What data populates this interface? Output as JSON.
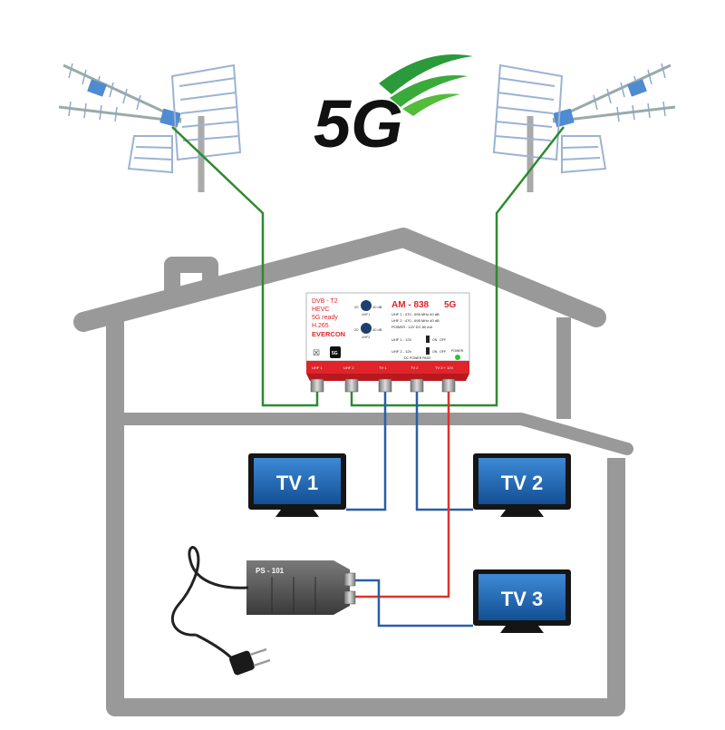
{
  "logo": {
    "text": "5G"
  },
  "amplifier": {
    "left_lines": [
      "DVB - T2",
      "HEVC",
      "5G ready",
      "H.265"
    ],
    "brand": "EVERCON",
    "model": "AM - 838",
    "model_suffix": "5G",
    "specs": [
      "UHF 1 : 470 - 695 MHz  40 dB",
      "UHF 2 : 470 - 695 MHz  40 dB",
      "POWER : 12V DC 80 mA"
    ],
    "knob1_min": "20",
    "knob1_max": "40 dB",
    "knob1_label": "UHF1",
    "knob2_min": "20",
    "knob2_max": "40 dB",
    "knob2_label": "UHF2",
    "switch1_label": "UHF 1 - 12V",
    "switch2_label": "UHF 2 - 12V",
    "switch_on": "ON",
    "switch_off": "OFF",
    "power_label": "POWER",
    "dc_pass_label": "DC POWER PASS",
    "badge": "5G",
    "ports": [
      "UHF 1",
      "UHF 2",
      "TV 1",
      "TV 2",
      "TV 3 + 12V"
    ]
  },
  "tvs": [
    {
      "label": "TV 1"
    },
    {
      "label": "TV 2"
    },
    {
      "label": "TV 3"
    }
  ],
  "power_supply": {
    "label": "PS - 101"
  },
  "colors": {
    "house": "#999999",
    "cable_green": "#2e8a2e",
    "cable_blue": "#2a5ea8",
    "cable_red": "#e0322c",
    "amp_red": "#e0242a",
    "tv_screen": "#1f66b3"
  }
}
